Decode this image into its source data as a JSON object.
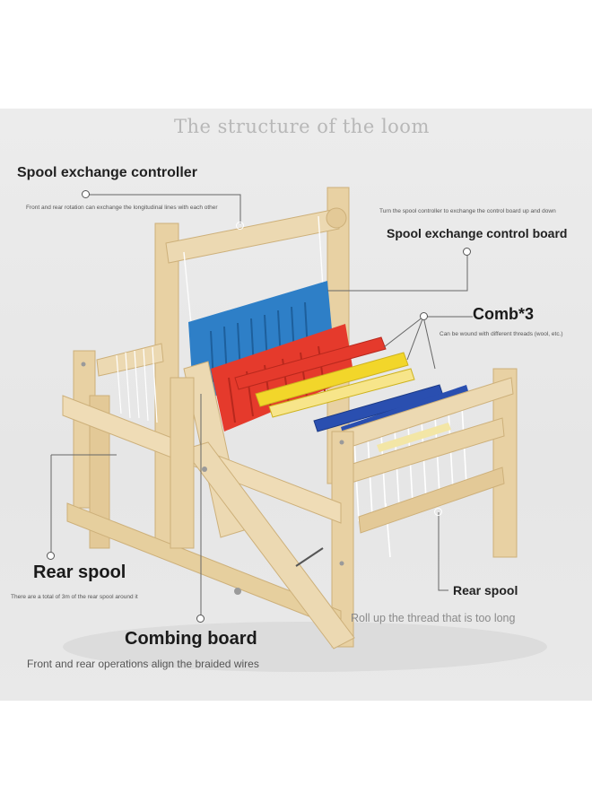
{
  "title": "The structure of the loom",
  "labels": {
    "spool_exchange_controller": "Spool exchange controller",
    "spool_exchange_controller_note": "Front and rear rotation can exchange the longitudinal lines with each other",
    "control_board_note": "Turn the spool controller to exchange the control board up and down",
    "spool_exchange_control_board": "Spool exchange control board",
    "comb": "Comb*3",
    "comb_note": "Can be wound with different threads (wool, etc.)",
    "rear_spool_left": "Rear spool",
    "rear_spool_left_note": "There are a total of 3m of the rear spool around it",
    "rear_spool_right": "Rear spool",
    "rear_spool_right_note": "Roll up the thread that is too long",
    "combing_board": "Combing board",
    "combing_board_note": "Front and rear operations align the braided wires"
  },
  "colors": {
    "background": "#e8e8e8",
    "wood": "#e9d3a6",
    "wood_shadow": "#d2b47c",
    "blue_comb": "#2e7fc7",
    "red_comb": "#e53a2c",
    "yellow_comb": "#f2d62a",
    "navy_yarn": "#2a4fb0"
  }
}
